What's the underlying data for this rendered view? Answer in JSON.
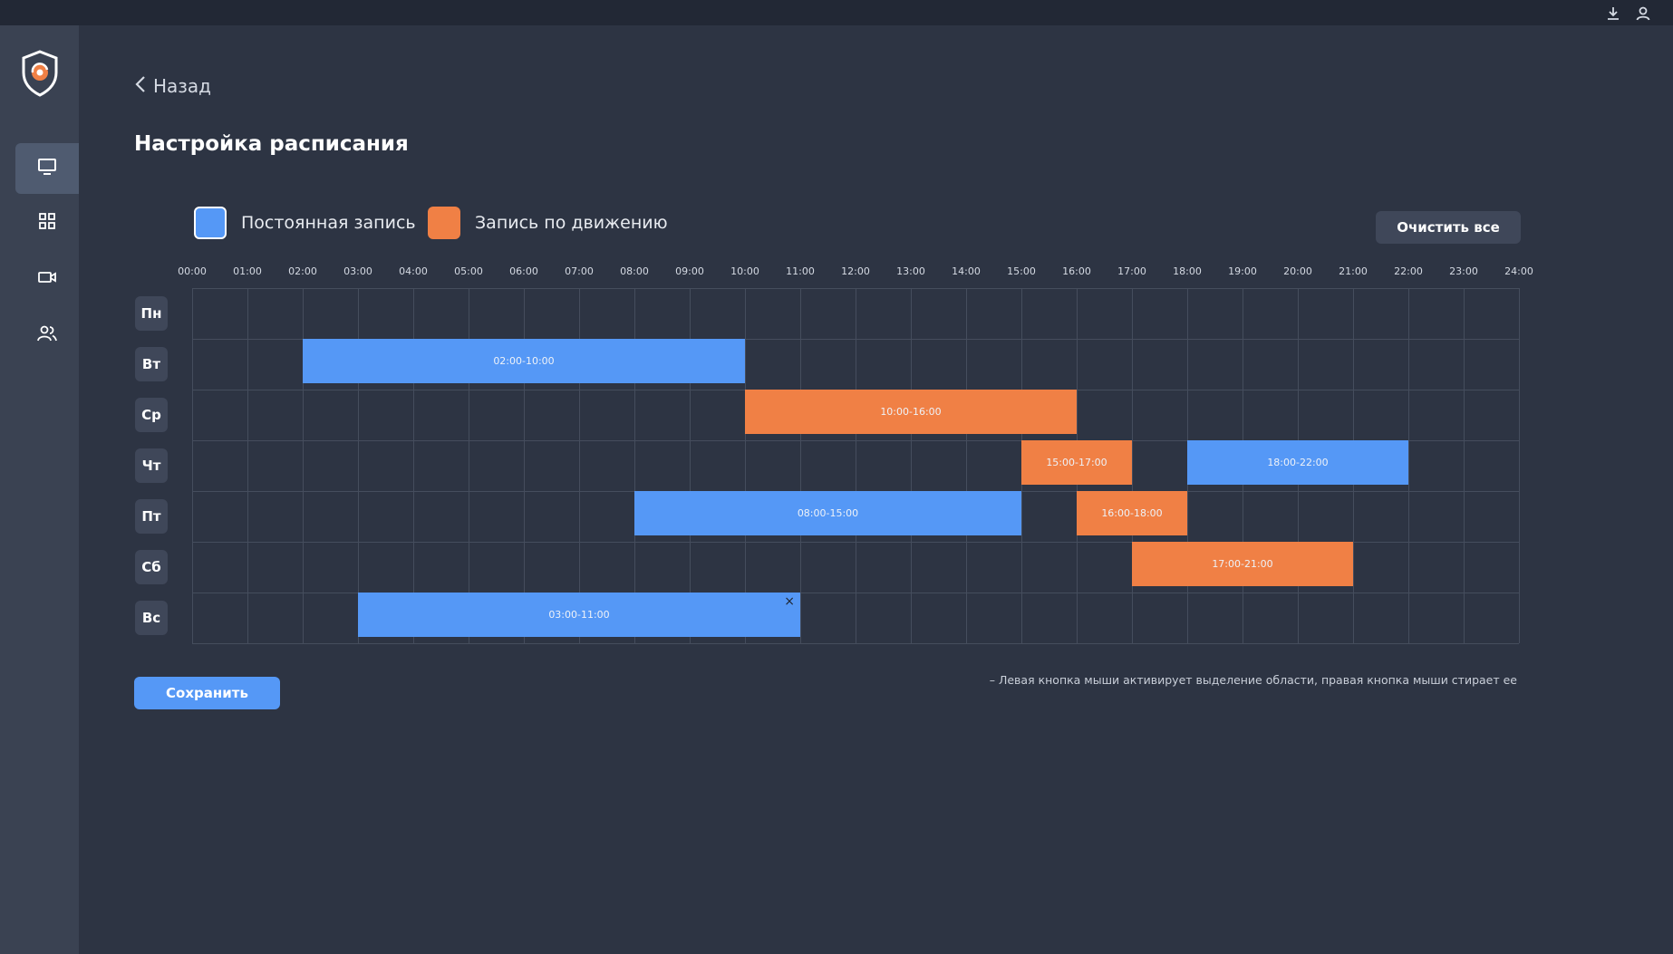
{
  "back_label": "Назад",
  "page_title": "Настройка расписания",
  "legend": [
    {
      "label": "Постоянная запись",
      "color": "#5598f6",
      "type": "continuous"
    },
    {
      "label": "Запись по движению",
      "color": "#f08045",
      "type": "motion"
    }
  ],
  "clear_all_label": "Очистить все",
  "hours": [
    "00:00",
    "01:00",
    "02:00",
    "03:00",
    "04:00",
    "05:00",
    "06:00",
    "07:00",
    "08:00",
    "09:00",
    "10:00",
    "11:00",
    "12:00",
    "13:00",
    "14:00",
    "15:00",
    "16:00",
    "17:00",
    "18:00",
    "19:00",
    "20:00",
    "21:00",
    "22:00",
    "23:00",
    "24:00"
  ],
  "days": [
    "Пн",
    "Вт",
    "Ср",
    "Чт",
    "Пт",
    "Сб",
    "Вс"
  ],
  "schedule": [
    {
      "day": 1,
      "start": 2,
      "end": 10,
      "type": "continuous",
      "label": "02:00-10:00",
      "closable": false
    },
    {
      "day": 2,
      "start": 10,
      "end": 16,
      "type": "motion",
      "label": "10:00-16:00",
      "closable": false
    },
    {
      "day": 3,
      "start": 15,
      "end": 17,
      "type": "motion",
      "label": "15:00-17:00",
      "closable": false
    },
    {
      "day": 3,
      "start": 18,
      "end": 22,
      "type": "continuous",
      "label": "18:00-22:00",
      "closable": false
    },
    {
      "day": 4,
      "start": 8,
      "end": 15,
      "type": "continuous",
      "label": "08:00-15:00",
      "closable": false
    },
    {
      "day": 4,
      "start": 16,
      "end": 18,
      "type": "motion",
      "label": "16:00-18:00",
      "closable": false
    },
    {
      "day": 5,
      "start": 17,
      "end": 21,
      "type": "motion",
      "label": "17:00-21:00",
      "closable": false
    },
    {
      "day": 6,
      "start": 3,
      "end": 11,
      "type": "continuous",
      "label": "03:00-11:00",
      "closable": true
    }
  ],
  "close_glyph": "×",
  "save_label": "Сохранить",
  "hint": "– Левая кнопка мыши активирует выделение области, правая кнопка мыши стирает ее",
  "colors": {
    "background": "#2d3443",
    "sidebar": "#3a4252",
    "topbar": "#222835",
    "continuous": "#5598f6",
    "motion": "#f08045"
  },
  "icons": {
    "top": [
      "download-icon",
      "user-icon"
    ],
    "sidebar": [
      "monitor-icon",
      "grid-icon",
      "camera-icon",
      "users-icon"
    ],
    "logo": "shield-logo"
  }
}
